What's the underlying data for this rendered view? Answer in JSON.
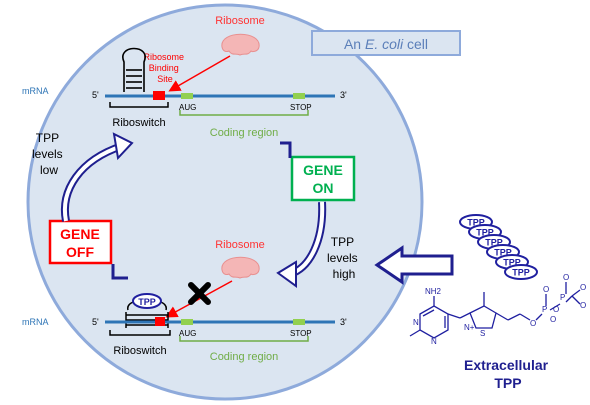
{
  "cell_label": {
    "prefix": "An ",
    "italic": "E. coli",
    "suffix": " cell"
  },
  "colors": {
    "cell_fill": "#dbe5f1",
    "cell_border": "#8eaadb",
    "mrna_line": "#2e75b6",
    "coding_line": "#92d050",
    "rbs_red": "#ff0000",
    "gene_on": "#00b050",
    "gene_off": "#ff0000",
    "arrow_navy": "#1f1f8f",
    "ribosome_pink": "#f4b6b6",
    "tpp_blue": "#2020a0",
    "text_green": "#70ad47"
  },
  "top": {
    "ribosome": "Ribosome",
    "rbs": [
      "Ribosome",
      "Binding",
      "Site"
    ],
    "mrna": "mRNA",
    "five_prime": "5'",
    "three_prime": "3'",
    "aug": "AUG",
    "stop": "STOP",
    "riboswitch": "Riboswitch",
    "coding_region": "Coding region"
  },
  "bottom": {
    "ribosome": "Ribosome",
    "mrna": "mRNA",
    "five_prime": "5'",
    "three_prime": "3'",
    "aug": "AUG",
    "stop": "STOP",
    "riboswitch": "Riboswitch",
    "coding_region": "Coding region",
    "tpp_bound": "TPP",
    "blocked_icon": "black-x-icon"
  },
  "gene_on": [
    "GENE",
    "ON"
  ],
  "gene_off": [
    "GENE",
    "OFF"
  ],
  "tpp_low": [
    "TPP",
    "levels",
    "low"
  ],
  "tpp_high": [
    "TPP",
    "levels",
    "high"
  ],
  "tpp_stack": [
    "TPP",
    "TPP",
    "TPP",
    "TPP",
    "TPP",
    "TPP"
  ],
  "molecule": {
    "nh2": "NH2",
    "n1": "N",
    "n2": "N",
    "n_plus": "N+",
    "s": "S",
    "o": "O",
    "p1": "P",
    "p2": "P",
    "o_labels": [
      "O",
      "O",
      "O",
      "O",
      "O",
      "O"
    ]
  },
  "extracellular": [
    "Extracellular",
    "TPP"
  ]
}
